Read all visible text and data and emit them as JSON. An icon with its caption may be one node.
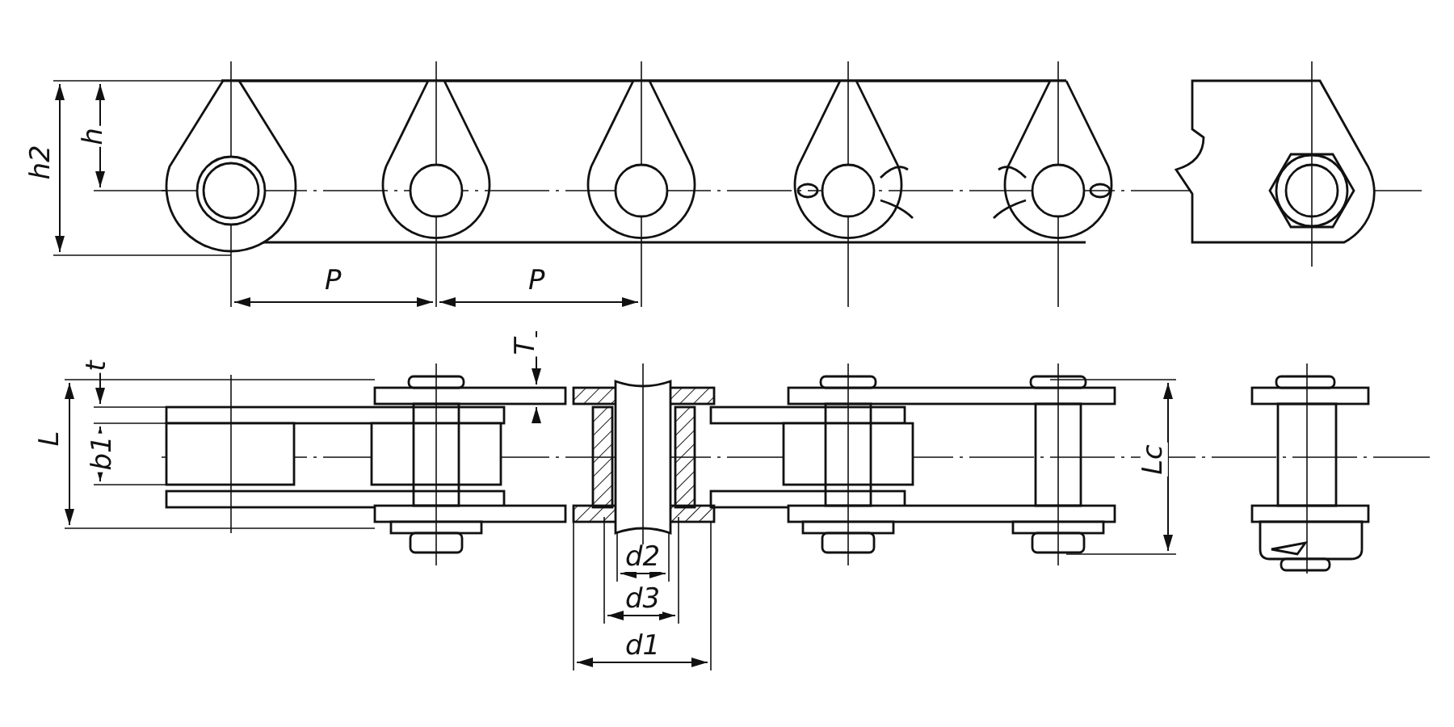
{
  "diagram": {
    "labels": [
      "h2",
      "h",
      "P",
      "P",
      "T",
      "t",
      "L",
      "b1",
      "d2",
      "d3",
      "d1",
      "Lc"
    ]
  }
}
